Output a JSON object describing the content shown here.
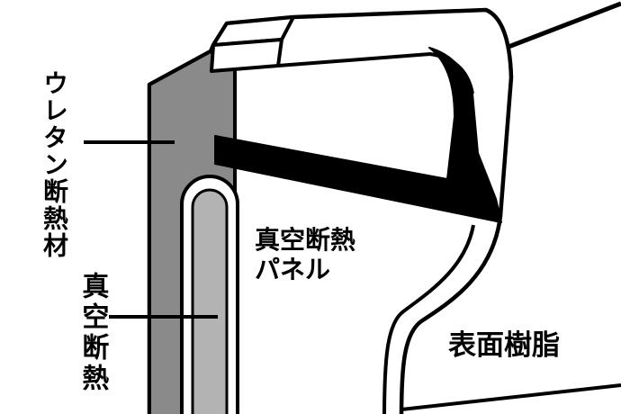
{
  "diagram": {
    "type": "insulation-cutaway-illustration",
    "background": "#ffffff",
    "outline": "#000000",
    "labels": {
      "urethane_insulation": "ウレタン断熱材",
      "vacuum_insulation": "真空断熱",
      "vacuum_insulation_panel": "真空断熱\nパネル",
      "surface_resin": "表面樹脂"
    },
    "colors": {
      "urethane_fill": "#8a8a8a",
      "vacuum_core_fill": "#b3b3b3",
      "vacuum_panel_fill": "#000000",
      "shell_fill": "#ffffff"
    }
  }
}
